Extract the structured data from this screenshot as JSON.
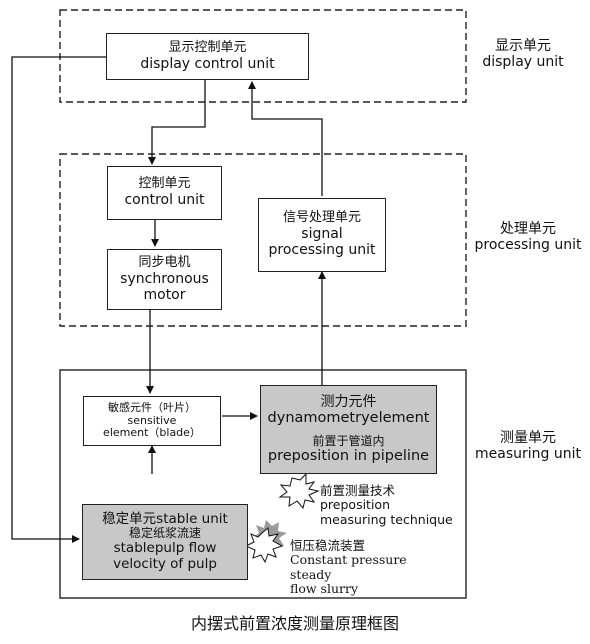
{
  "display_unit": {
    "zh": "显示单元",
    "en": "display unit"
  },
  "processing_unit": {
    "zh": "处理单元",
    "en": "processing unit"
  },
  "measuring_unit": {
    "zh": "测量单元",
    "en": "measuring unit"
  },
  "display_control_unit": {
    "zh": "显示控制单元",
    "en": "display control unit"
  },
  "control_unit": {
    "zh": "控制单元",
    "en": "control unit"
  },
  "synchronous_motor": {
    "zh": "同步电机",
    "en1": "synchronous",
    "en2": "motor"
  },
  "signal_processing_unit": {
    "zh": "信号处理单元",
    "en1": "signal",
    "en2": "processing unit"
  },
  "sensitive_element": {
    "zh": "敏感元件（叶片）",
    "en1": "sensitive",
    "en2": "element（blade）"
  },
  "dynamometry_element": {
    "zh": "测力元件",
    "en": "dynamometryelement",
    "zh2": "前置于管道内",
    "en2": "preposition in pipeline"
  },
  "stable_unit": {
    "line1": "稳定单元stable unit",
    "zh2": "稳定纸浆流速",
    "en2": "stablepulp flow",
    "en3": "velocity of pulp"
  },
  "preposition_note": {
    "zh": "前置测量技术",
    "en1": "preposition",
    "en2": "measuring technique"
  },
  "pressure_note": {
    "zh": "恒压稳流装置",
    "en1": "Constant pressure steady",
    "en2": "flow slurry"
  },
  "caption": "内摆式前置浓度测量原理框图"
}
